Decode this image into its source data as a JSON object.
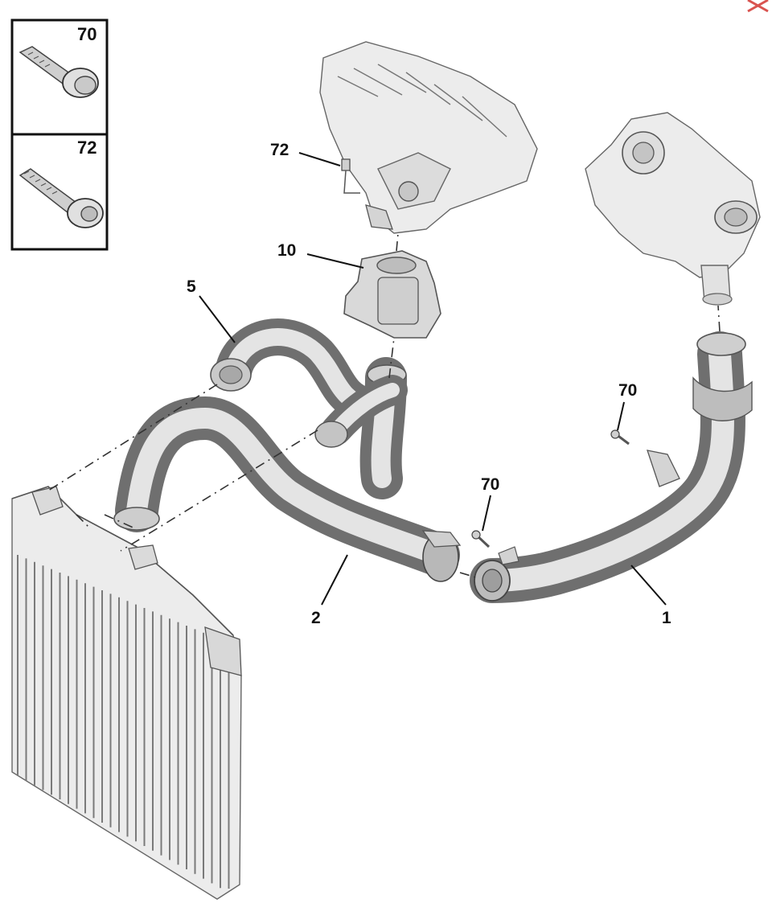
{
  "callouts": [
    {
      "id": "c70a",
      "text": "70"
    },
    {
      "id": "c72a",
      "text": "72"
    },
    {
      "id": "c72",
      "text": "72"
    },
    {
      "id": "c10",
      "text": "10"
    },
    {
      "id": "c5",
      "text": "5"
    },
    {
      "id": "c70b",
      "text": "70"
    },
    {
      "id": "c70c",
      "text": "70"
    },
    {
      "id": "c2",
      "text": "2"
    },
    {
      "id": "c1",
      "text": "1"
    }
  ],
  "legend": [
    {
      "id": "l70",
      "text": "70"
    },
    {
      "id": "l72",
      "text": "72"
    }
  ],
  "footer": {
    "left": "",
    "right": ""
  },
  "colors": {
    "close_icon": "#d9534f",
    "background": "#ffffff",
    "ink": "#111111"
  }
}
